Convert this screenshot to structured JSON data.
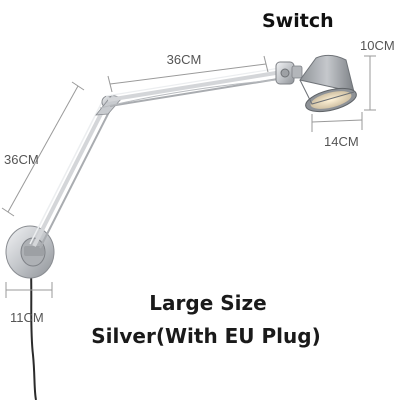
{
  "labels": {
    "switch": "Switch",
    "arm_upper": "36CM",
    "arm_lower": "36CM",
    "shade_height": "10CM",
    "shade_width": "14CM",
    "base_width": "11CM"
  },
  "caption": {
    "line1": "Large Size",
    "line2": "Silver(With EU Plug)"
  },
  "colors": {
    "background": "#ffffff",
    "metal": "#c9ccd0",
    "dimension_line": "#9a9a9a",
    "text": "#1a1a1a"
  }
}
